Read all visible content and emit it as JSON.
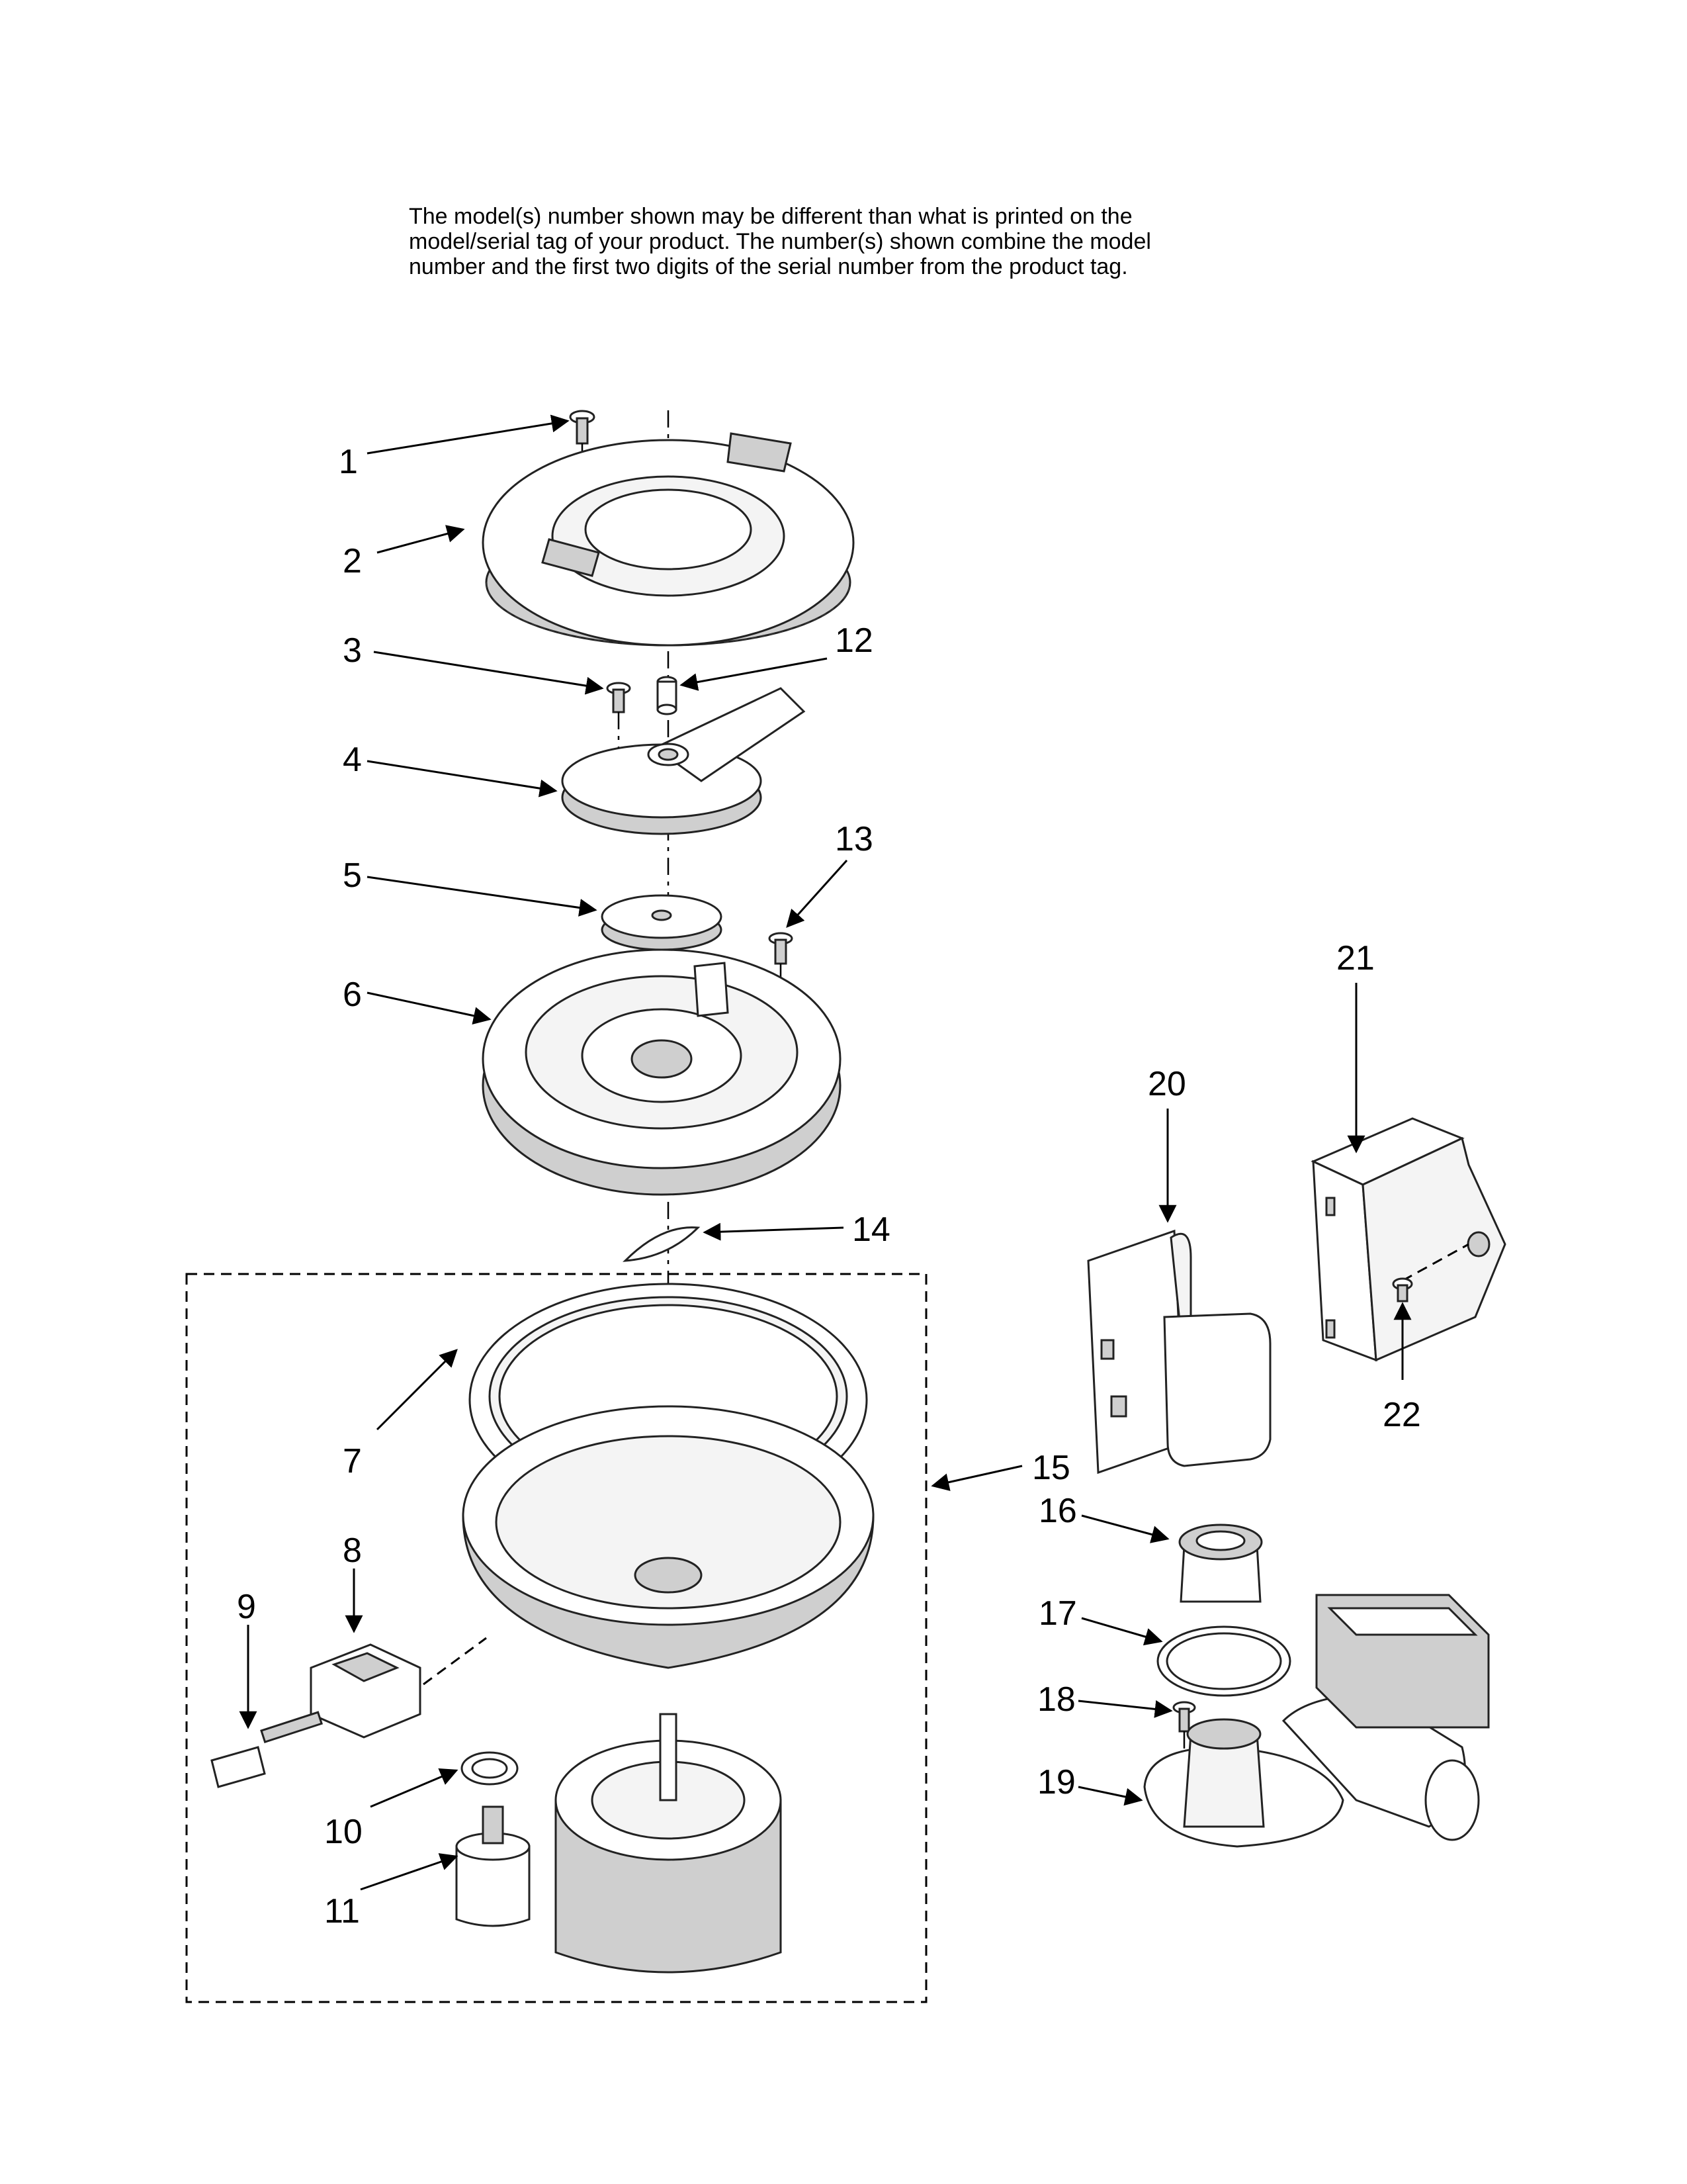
{
  "disclaimer": {
    "line1": "The model(s) number shown may be different than what is printed on the",
    "line2": "model/serial tag of your product. The number(s) shown combine the model",
    "line3": "number and the first two digits of the serial number from the product tag."
  },
  "callouts": {
    "c1": "1",
    "c2": "2",
    "c3": "3",
    "c4": "4",
    "c5": "5",
    "c6": "6",
    "c7": "7",
    "c8": "8",
    "c9": "9",
    "c10": "10",
    "c11": "11",
    "c12": "12",
    "c13": "13",
    "c14": "14",
    "c15": "15",
    "c16": "16",
    "c17": "17",
    "c18": "18",
    "c19": "19",
    "c20": "20",
    "c21": "21",
    "c22": "22"
  },
  "colors": {
    "line": "#000000",
    "paper": "#ffffff",
    "shade": "#cfcfcf"
  }
}
